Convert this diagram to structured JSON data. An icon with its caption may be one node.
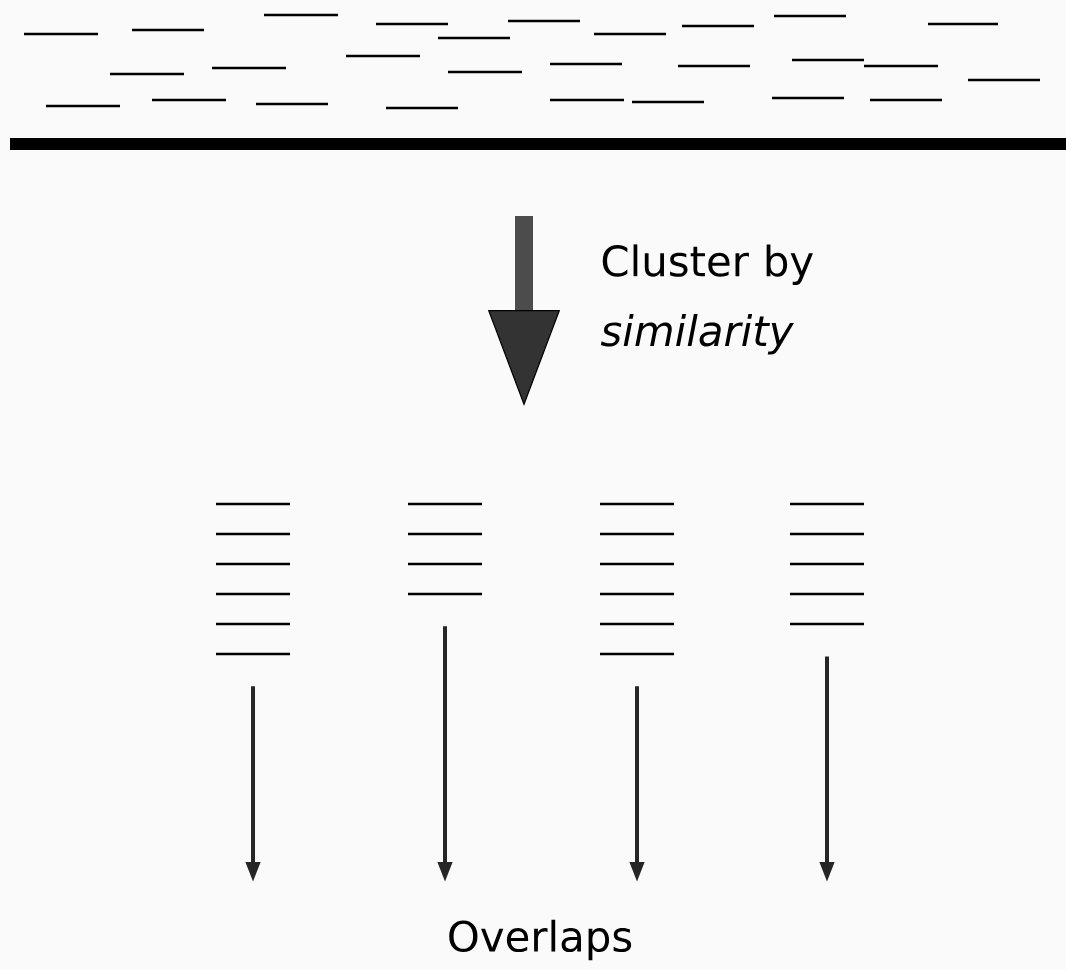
{
  "diagram": {
    "nodes": [
      {
        "text": [],
        "shape": "picture"
      },
      {
        "text": [],
        "shape": "picture"
      },
      {
        "text": [],
        "shape": "picture"
      },
      {
        "text": [],
        "shape": "picture"
      },
      {
        "text": [],
        "shape": "picture"
      }
    ],
    "edges": [
      {
        "from": 1,
        "to": null,
        "arrow": "to"
      },
      {
        "from": 2,
        "to": null,
        "arrow": "to"
      },
      {
        "from": 3,
        "to": null,
        "arrow": "to"
      },
      {
        "from": 4,
        "to": null,
        "arrow": "to"
      }
    ],
    "labels": [
      "Cluster by *similarity*",
      "Overlaps"
    ]
  }
}
